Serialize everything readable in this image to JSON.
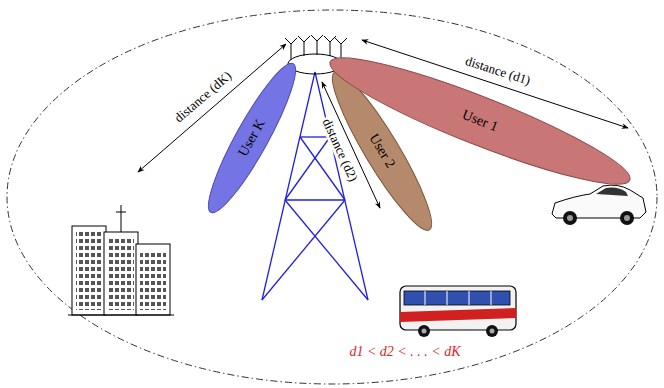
{
  "diagram": {
    "nodes": [
      {
        "text": [
          "User K"
        ]
      },
      {
        "text": [
          "User 2"
        ]
      },
      {
        "text": [
          "User 1"
        ]
      }
    ],
    "labels": [
      "distance (dK)",
      "distance (d2)",
      "distance (d1)",
      "d1 < d2 < . . . < dK"
    ]
  }
}
